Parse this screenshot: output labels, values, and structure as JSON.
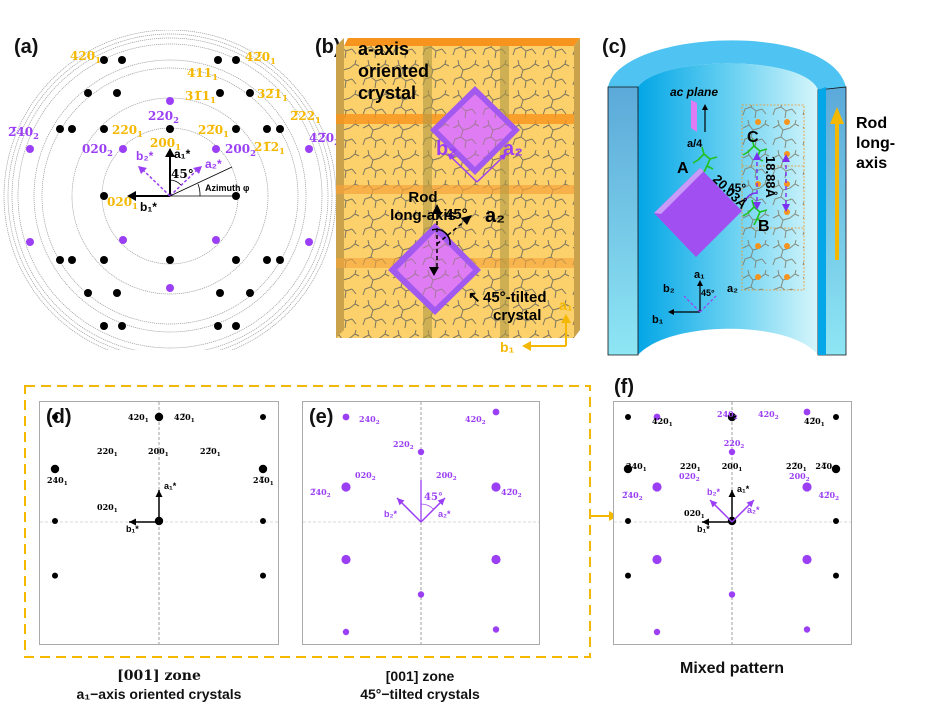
{
  "colors": {
    "gold": "#f5b800",
    "purple": "#9b3ff5",
    "black": "#000000",
    "orange": "#f7941d",
    "crystal_fill": "#fcd06a",
    "cyan": "#29b6e8",
    "light_cyan": "#b5ecf6"
  },
  "panels": {
    "a": {
      "label": "(a)",
      "labels_gold": [
        "4201",
        "4̅2̅0̅1",
        "4111",
        "3̅11",
        "32̅11",
        "2̅22",
        "2201",
        "22̅01",
        "2001",
        "2̅12",
        "0201"
      ],
      "hkl_gold": [
        {
          "id": "420_1",
          "text": "420",
          "sub": "1"
        },
        {
          "id": "4m20_1",
          "text": "42̅0",
          "sub": "1"
        },
        {
          "id": "411_1",
          "text": "411",
          "sub": "1"
        },
        {
          "id": "3m11_1",
          "text": "31̅1",
          "sub": "1"
        },
        {
          "id": "3m21_1",
          "text": "32̅1",
          "sub": "1"
        },
        {
          "id": "2m22_1",
          "text": "2̅22",
          "sub": "1"
        },
        {
          "id": "220_1",
          "text": "220",
          "sub": "1"
        },
        {
          "id": "2m20_1",
          "text": "22̅0",
          "sub": "1"
        },
        {
          "id": "200_1",
          "text": "200",
          "sub": "1"
        },
        {
          "id": "2m12_1",
          "text": "21̅2",
          "sub": "1"
        },
        {
          "id": "020_1",
          "text": "020",
          "sub": "1"
        }
      ],
      "hkl_purple": [
        {
          "id": "220_2",
          "text": "220",
          "sub": "2"
        },
        {
          "id": "020_2",
          "text": "020",
          "sub": "2"
        },
        {
          "id": "200_2",
          "text": "200",
          "sub": "2"
        },
        {
          "id": "m240_2",
          "text": "2̅40",
          "sub": "2"
        },
        {
          "id": "4m20_2",
          "text": "42̅0",
          "sub": "2"
        }
      ],
      "axis_a1": "a₁*",
      "axis_b1": "b₁*",
      "axis_a2": "a₂*",
      "axis_b2": "b₂*",
      "angle": "45°",
      "azimuth": "Azimuth φ"
    },
    "b": {
      "label": "(b)",
      "title": "a-axis oriented crystal",
      "title_lines": [
        "a-axis",
        "oriented",
        "crystal"
      ],
      "rod_lines": [
        "Rod",
        "long-axis"
      ],
      "angle": "45°",
      "a2": "a₂",
      "b2": "b₂",
      "tilted_lines": [
        "45°-tilted",
        "crystal"
      ],
      "a1": "a₁",
      "b1": "b₁"
    },
    "c": {
      "label": "(c)",
      "ac_plane": "ac plane",
      "a4": "a/4",
      "A": "A",
      "B": "B",
      "C": "C",
      "dist1": "20.03Å",
      "dist2": "18.88Å",
      "angle": "45°",
      "a1": "a₁",
      "b1": "b₁",
      "a2": "a₂",
      "b2": "b₂",
      "rod_lines": [
        "Rod",
        "long-",
        "axis"
      ]
    },
    "d": {
      "label": "(d)",
      "caption1": "[001] zone",
      "caption2": "a₁−axis oriented crystals",
      "a1": "a₁*",
      "b1": "b₁*"
    },
    "e": {
      "label": "(e)",
      "caption1": "[001] zone",
      "caption2": "45°−tilted crystals",
      "a2": "a₂*",
      "b2": "b₂*",
      "angle": "45°"
    },
    "f": {
      "label": "(f)",
      "caption": "Mixed pattern",
      "a1": "a₁*",
      "b1": "b₁*",
      "a2": "a₂*",
      "b2": "b₂*"
    }
  },
  "chart_data": {
    "type": "scatter",
    "title": "Electron diffraction patterns",
    "series": [
      {
        "name": "a1-axis oriented crystals (black)",
        "points_hk": [
          {
            "h": 4,
            "k": 2,
            "label": "4201"
          },
          {
            "h": 4,
            "k": -2,
            "label": "42̅01"
          },
          {
            "h": 2,
            "k": 4,
            "label": "2401"
          },
          {
            "h": 2,
            "k": 2,
            "label": "2201"
          },
          {
            "h": 2,
            "k": 0,
            "label": "2001"
          },
          {
            "h": 2,
            "k": -2,
            "label": "22̅01"
          },
          {
            "h": 2,
            "k": -4,
            "label": "24̅01"
          },
          {
            "h": 0,
            "k": 2,
            "label": "0201"
          },
          {
            "h": 0,
            "k": -2,
            "label": ""
          },
          {
            "h": -2,
            "k": 4,
            "label": ""
          },
          {
            "h": -2,
            "k": 2,
            "label": ""
          },
          {
            "h": -2,
            "k": 0,
            "label": ""
          },
          {
            "h": -2,
            "k": -2,
            "label": ""
          },
          {
            "h": -2,
            "k": -4,
            "label": ""
          },
          {
            "h": -4,
            "k": 2,
            "label": ""
          },
          {
            "h": -4,
            "k": -2,
            "label": ""
          }
        ]
      },
      {
        "name": "45°-tilted crystals (purple)",
        "points_hk": [
          {
            "h": 2,
            "k": 4,
            "label": "2402"
          },
          {
            "h": 4,
            "k": 2,
            "label": "4202"
          },
          {
            "h": 2,
            "k": 2,
            "label": "2202"
          },
          {
            "h": 0,
            "k": 2,
            "label": "0202"
          },
          {
            "h": 2,
            "k": 0,
            "label": "2002"
          },
          {
            "h": -2,
            "k": 4,
            "label": "2̅402"
          },
          {
            "h": 4,
            "k": -2,
            "label": "42̅02"
          },
          {
            "h": -2,
            "k": 0,
            "label": ""
          },
          {
            "h": 0,
            "k": -2,
            "label": ""
          },
          {
            "h": -4,
            "k": 2,
            "label": ""
          },
          {
            "h": -2,
            "k": -2,
            "label": ""
          },
          {
            "h": 2,
            "k": -4,
            "label": ""
          },
          {
            "h": -4,
            "k": -2,
            "label": ""
          },
          {
            "h": -2,
            "k": -4,
            "label": ""
          },
          {
            "h": 0,
            "k": -4,
            "label": ""
          },
          {
            "h": -4,
            "k": 0,
            "label": ""
          }
        ]
      }
    ],
    "tilt_angle_deg": 45
  }
}
